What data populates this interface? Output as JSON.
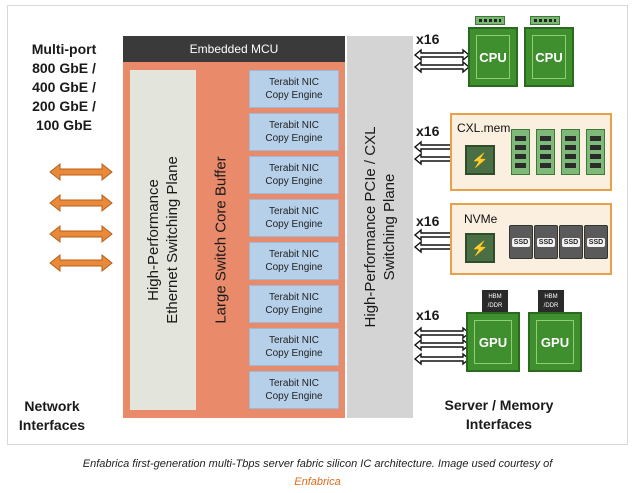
{
  "left_label": [
    "Multi-port",
    "800 GbE /",
    "400 GbE /",
    "200 GbE /",
    "100 GbE"
  ],
  "network_label": [
    "Network",
    "Interfaces"
  ],
  "mcu_label": "Embedded MCU",
  "eth_plane": [
    "High-Performance",
    "Ethernet Switching Plane"
  ],
  "core_buffer": "Large Switch Core Buffer",
  "engine_label": [
    "Terabit NIC",
    "Copy Engine"
  ],
  "pcie_plane": [
    "High-Performance PCIe / CXL",
    "Switching Plane"
  ],
  "x16": [
    "x16",
    "x16",
    "x16",
    "x16"
  ],
  "cpu_label": "CPU",
  "cxl_label": "CXL.mem",
  "nvme_label": "NVMe",
  "ssd_label": "SSD",
  "gpu_label": "GPU",
  "hbm_label": [
    "HBM",
    "/DDR"
  ],
  "server_label": [
    "Server / Memory",
    "Interfaces"
  ],
  "caption_line1": "Enfabrica first-generation multi-Tbps server fabric silicon IC architecture. Image used courtesy of",
  "caption_link": "Enfabrica",
  "colors": {
    "mcu": "#3a3a3a",
    "salmon": "#e98a6a",
    "engine": "#b7d0ea",
    "pcie": "#d4d4d4",
    "card_border": "#e8a04a",
    "chip_green": "#3f8f2f",
    "arrow": "#e98a3a"
  }
}
